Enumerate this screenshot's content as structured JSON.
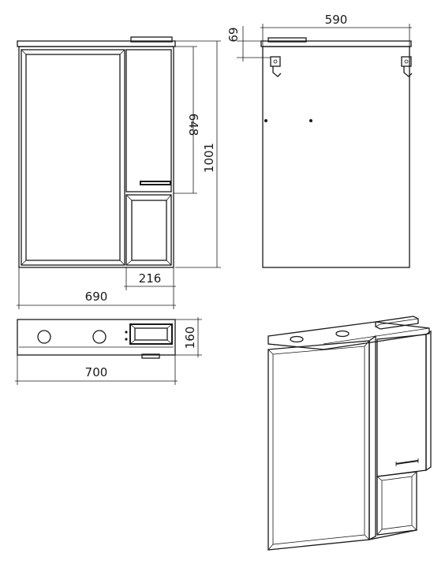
{
  "drawing": {
    "front_view": {
      "width_label": "690",
      "height_label": "1001",
      "cabinet_height_label": "648",
      "open_shelf_width_label": "216"
    },
    "back_view": {
      "width_label": "590",
      "top_offset_label": "69"
    },
    "top_view": {
      "width_label": "700",
      "depth_label": "160"
    }
  },
  "colors": {
    "line": "#1a1a1a",
    "background": "#ffffff"
  }
}
